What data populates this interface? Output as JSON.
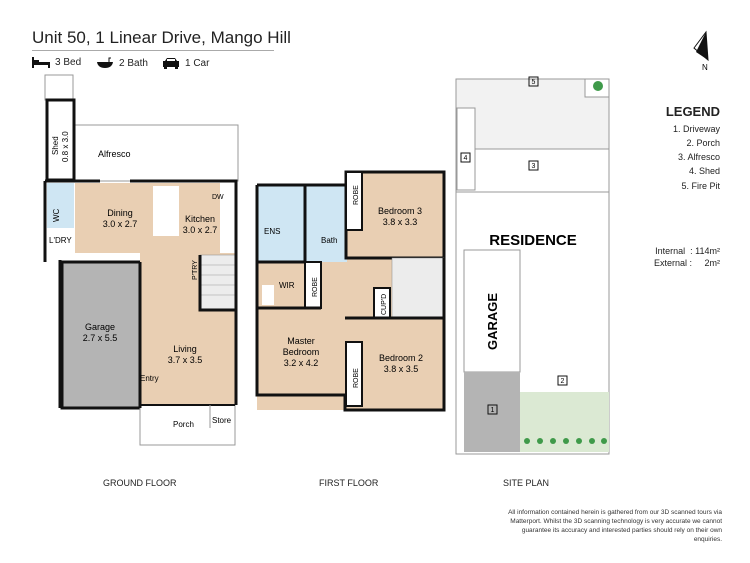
{
  "header": {
    "title": "Unit 50, 1 Linear Drive, Mango Hill",
    "features": [
      {
        "icon": "bed-icon",
        "label": "3 Bed"
      },
      {
        "icon": "bath-icon",
        "label": "2 Bath"
      },
      {
        "icon": "car-icon",
        "label": "1 Car"
      }
    ]
  },
  "compass": {
    "label": "N"
  },
  "ground_floor": {
    "caption": "GROUND FLOOR",
    "rooms": {
      "shed": {
        "name": "Shed",
        "size": "0.8 x 3.0"
      },
      "alfresco": {
        "name": "Alfresco"
      },
      "wc": {
        "name": "WC"
      },
      "laundry": {
        "name": "L'DRY"
      },
      "dining": {
        "name": "Dining",
        "size": "3.0 x 2.7"
      },
      "kitchen": {
        "name": "Kitchen",
        "size": "3.0 x 2.7"
      },
      "dw": {
        "name": "DW"
      },
      "pantry": {
        "name": "P'TRY"
      },
      "garage": {
        "name": "Garage",
        "size": "2.7 x 5.5"
      },
      "living": {
        "name": "Living",
        "size": "3.7 x 3.5"
      },
      "entry": {
        "name": "Entry"
      },
      "porch": {
        "name": "Porch"
      },
      "store": {
        "name": "Store"
      }
    }
  },
  "first_floor": {
    "caption": "FIRST FLOOR",
    "rooms": {
      "ens": {
        "name": "ENS"
      },
      "bath": {
        "name": "Bath"
      },
      "robe1": {
        "name": "ROBE"
      },
      "bedroom3": {
        "name": "Bedroom 3",
        "size": "3.8 x 3.3"
      },
      "wir": {
        "name": "WIR"
      },
      "robe2": {
        "name": "ROBE"
      },
      "cupd": {
        "name": "CUP'D"
      },
      "master": {
        "name": "Master",
        "name2": "Bedroom",
        "size": "3.2 x 4.2"
      },
      "bedroom2": {
        "name": "Bedroom 2",
        "size": "3.8 x 3.5"
      },
      "robe3": {
        "name": "ROBE"
      }
    }
  },
  "site_plan": {
    "caption": "SITE PLAN",
    "residence": "RESIDENCE",
    "garage": "GARAGE",
    "markers": [
      "1",
      "2",
      "3",
      "4",
      "5"
    ]
  },
  "legend": {
    "title": "LEGEND",
    "items": [
      "1. Driveway",
      "2. Porch",
      "3. Alfresco",
      "4. Shed",
      "5. Fire Pit"
    ],
    "internal": "Internal  : 114m²",
    "external": "External :     2m²"
  },
  "disclaimer": "All information contained herein is gathered from our 3D scanned tours via Matterport. Whilst the 3D scanning technology is very accurate we cannot guarantee its accuracy and interested parties should rely on their own enquiries.",
  "colors": {
    "floor": "#e9cfb3",
    "wet": "#cfe6f3",
    "garage": "#b4b4b4",
    "grass": "#dbe9d3",
    "green": "#3f9a4a",
    "wall": "#111111"
  }
}
